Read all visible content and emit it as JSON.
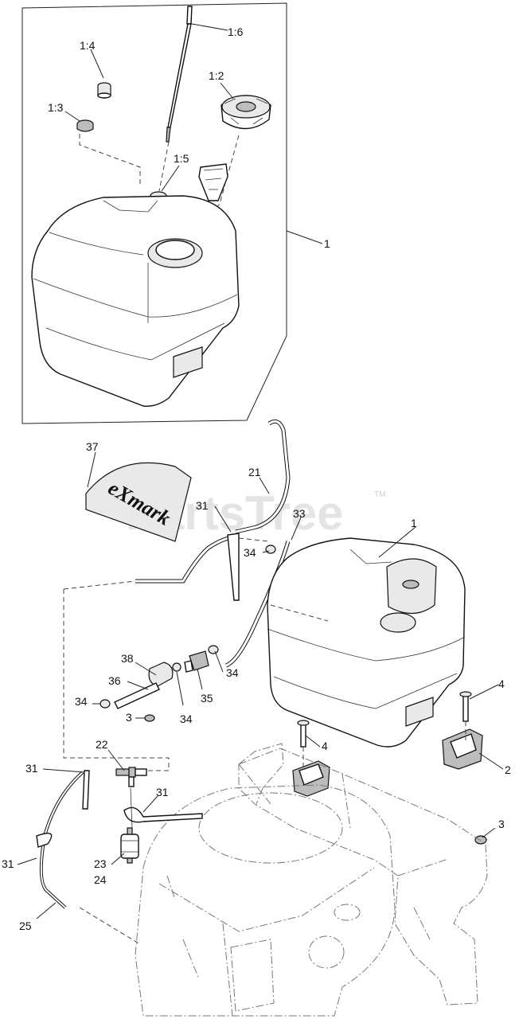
{
  "watermark": {
    "text": "PartsTree",
    "tm": "TM"
  },
  "decal_logo": "eXmark",
  "labels": {
    "l_1_6": "1:6",
    "l_1_4": "1:4",
    "l_1_2": "1:2",
    "l_1_3": "1:3",
    "l_1_5": "1:5",
    "l_1_kit": "1",
    "l_37": "37",
    "l_21": "21",
    "l_31_a": "31",
    "l_33": "33",
    "l_1_tank": "1",
    "l_34_a": "34",
    "l_38": "38",
    "l_36": "36",
    "l_34_b": "34",
    "l_34_c": "34",
    "l_35": "35",
    "l_34_d": "34",
    "l_3_a": "3",
    "l_4_a": "4",
    "l_4_b": "4",
    "l_2": "2",
    "l_22": "22",
    "l_31_b": "31",
    "l_31_c": "31",
    "l_3_b": "3",
    "l_31_d": "31",
    "l_23": "23",
    "l_24": "24",
    "l_25": "25"
  }
}
